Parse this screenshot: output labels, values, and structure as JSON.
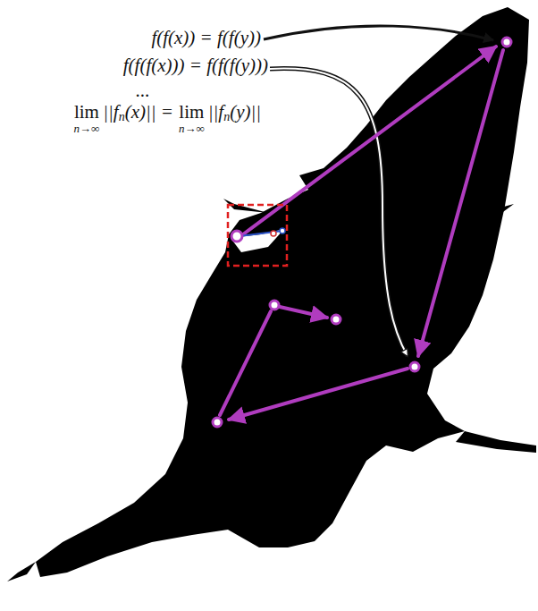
{
  "diagram": {
    "labels": [
      "f(f(x)) = f(f(y))",
      "f(f(f(x))) = f(f(f(y)))",
      "...",
      "lim",
      "n→∞",
      "||f",
      "n",
      "(x)|| =",
      "lim",
      "n→∞",
      "||f",
      "n",
      "(y)||"
    ]
  }
}
